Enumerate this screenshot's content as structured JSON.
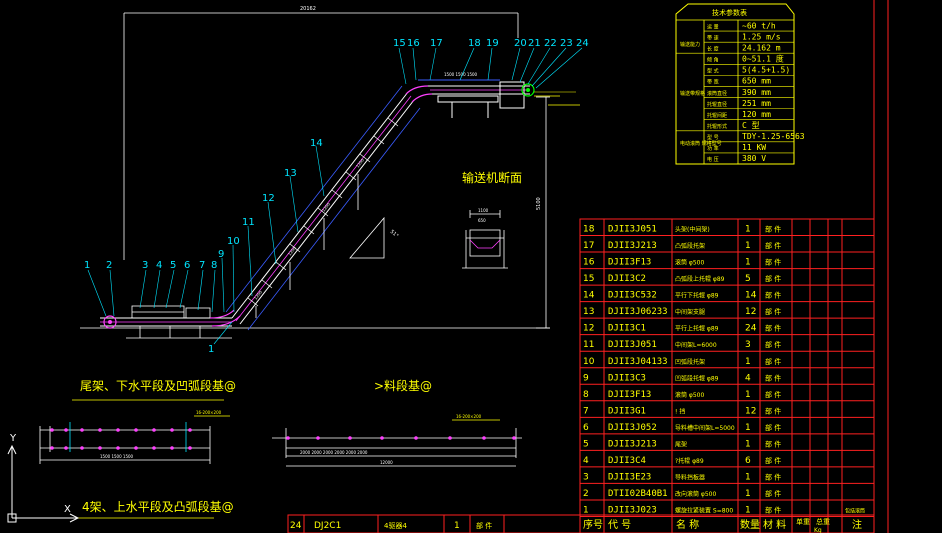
{
  "colors": {
    "background": "#000000",
    "yellow": "#ffff00",
    "white": "#ffffff",
    "red": "#ff2020",
    "cyan": "#00e5ff",
    "blue": "#3a5cff",
    "magenta": "#ff40ff",
    "green": "#00ff00"
  },
  "elevation": {
    "callouts": [
      "1",
      "2",
      "3",
      "4",
      "5",
      "6",
      "7",
      "8",
      "9",
      "10",
      "11",
      "12",
      "13",
      "14",
      "15",
      "16",
      "17",
      "18",
      "19",
      "20",
      "21",
      "22",
      "23",
      "24"
    ],
    "bottom_callout": "1"
  },
  "section_view": {
    "title": "输送机断面"
  },
  "plan_views": {
    "view1_title": "尾架、下水平段及凹弧段基@",
    "view2_title": ">料段基@",
    "view3_title": "4架、上水平段及凸弧段基@"
  },
  "spec_table": {
    "title": "技术参数表",
    "group1": "输送能力",
    "group2": "输送带规格",
    "group3": "电动滚筒\n规格型号",
    "rows": [
      {
        "label": "运 量",
        "value": "~60  t/h"
      },
      {
        "label": "带 速",
        "value": "1.25  m/s"
      },
      {
        "label": "长 度",
        "value": "24.162  m"
      },
      {
        "label": "倾 角",
        "value": "0~51.1  度"
      },
      {
        "label": "型 式",
        "value": "5(4.5+1.5)"
      },
      {
        "label": "带 宽",
        "value": "650   mm"
      },
      {
        "label": "滚筒直径",
        "value": "390   mm"
      },
      {
        "label": "托辊直径",
        "value": "251   mm"
      },
      {
        "label": "托辊间距",
        "value": "120   mm"
      },
      {
        "label": "托辊形式",
        "value": "C  型"
      },
      {
        "label": "型 号",
        "value": "TDY-1.25-6563"
      },
      {
        "label": "功 率",
        "value": "11    KW"
      },
      {
        "label": "电 压",
        "value": "380   V"
      }
    ]
  },
  "parts_table": {
    "rows": [
      {
        "no": "18",
        "code": "DJII3J051",
        "name": "头架(中间架)",
        "qty": "1",
        "material": "部 件"
      },
      {
        "no": "17",
        "code": "DJII3J213",
        "name": "凸弧段托架",
        "qty": "1",
        "material": "部 件"
      },
      {
        "no": "16",
        "code": "DJII3F13",
        "name": "滚筒 φ500",
        "qty": "1",
        "material": "部 件"
      },
      {
        "no": "15",
        "code": "DJII3C2",
        "name": "凸弧段上托辊 φ89",
        "qty": "5",
        "material": "部 件"
      },
      {
        "no": "14",
        "code": "DJII3C532",
        "name": "平行下托辊 φ89",
        "qty": "14",
        "material": "部 件"
      },
      {
        "no": "13",
        "code": "DJII3J06233",
        "name": "中间架支腿",
        "qty": "12",
        "material": "部 件"
      },
      {
        "no": "12",
        "code": "DJII3C1",
        "name": "平行上托辊 φ89",
        "qty": "24",
        "material": "部 件"
      },
      {
        "no": "11",
        "code": "DJII3J051",
        "name": "中间架L=6000",
        "qty": "3",
        "material": "部 件"
      },
      {
        "no": "10",
        "code": "DJII3J04133",
        "name": "凹弧段托架",
        "qty": "1",
        "material": "部 件"
      },
      {
        "no": "9",
        "code": "DJII3C3",
        "name": "凹弧段托辊 φ89",
        "qty": "4",
        "material": "部 件"
      },
      {
        "no": "8",
        "code": "DJII3F13",
        "name": "滚筒 φ500",
        "qty": "1",
        "material": "部 件"
      },
      {
        "no": "7",
        "code": "DJII3G1",
        "name": "!  挡",
        "qty": "12",
        "material": "部 件"
      },
      {
        "no": "6",
        "code": "DJII3J052",
        "name": "导料槽中间架L=5000",
        "qty": "1",
        "material": "部 件"
      },
      {
        "no": "5",
        "code": "DJII3J213",
        "name": "尾架",
        "qty": "1",
        "material": "部 件"
      },
      {
        "no": "4",
        "code": "DJII3C4",
        "name": "?托辊 φ89",
        "qty": "6",
        "material": "部 件"
      },
      {
        "no": "3",
        "code": "DJII3E23",
        "name": "导料挡板器",
        "qty": "1",
        "material": "部 件"
      },
      {
        "no": "2",
        "code": "DTII02B40B1",
        "name": "改向滚筒 φ500",
        "qty": "1",
        "material": "部 件"
      },
      {
        "no": "1",
        "code": "DJII3J023",
        "name": "螺旋拉紧装置 S=800",
        "qty": "1",
        "material": "部 件",
        "note": "包括滚筒"
      }
    ],
    "header": {
      "no": "序号",
      "code": "代      号",
      "name": "名      称",
      "qty": "数量",
      "material": "材 料",
      "unit_weight": "单重",
      "total_weight": "总重",
      "weight_unit": "Kg",
      "note": "注"
    }
  },
  "bottom_row": {
    "no": "24",
    "code": "DJ2C1",
    "name": "4驱器4",
    "qty": "1",
    "material": "部 件"
  },
  "ucs": {
    "x": "X",
    "y": "Y"
  }
}
